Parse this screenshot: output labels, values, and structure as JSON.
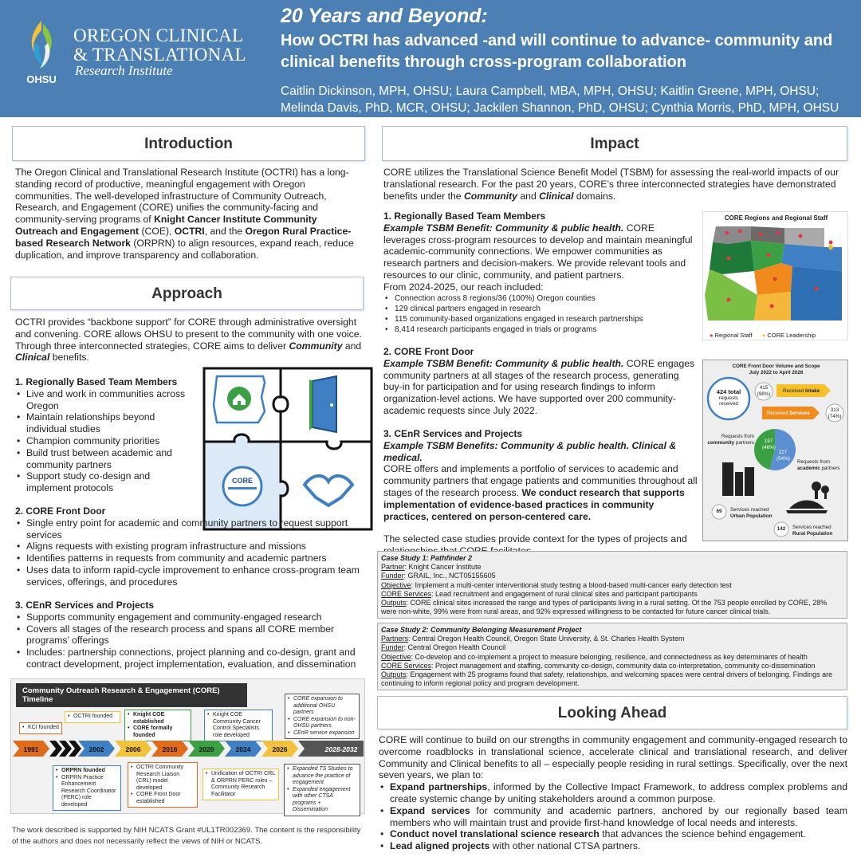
{
  "header": {
    "org_line1": "OREGON CLINICAL",
    "org_line2": "& TRANSLATIONAL",
    "org_line3": "Research Institute",
    "logo_text": "OHSU",
    "title_main": "20 Years and Beyond:",
    "title_sub": "How OCTRI has advanced -and will continue to advance- community and clinical benefits through cross-program collaboration",
    "authors": "Caitlin Dickinson, MPH, OHSU; Laura Campbell, MBA, MPH, OHSU; Kaitlin Greene, MPH, OHSU; Melinda Davis, PhD, MCR, OHSU; Jackilen Shannon, PhD, OHSU; Cynthia Morris, PhD, MPH, OHSU",
    "colors": {
      "header_bg": "#4c80b4",
      "accent_orange": "#f08a1c",
      "accent_green": "#3aa043",
      "accent_blue": "#3f7fc4"
    }
  },
  "introduction": {
    "heading": "Introduction",
    "p_start": "The Oregon Clinical and Translational Research Institute (OCTRI) has a long-standing record of productive, meaningful engagement with Oregon communities. The well-developed infrastructure of Community Outreach, Research, and Engagement (CORE) unifies the community-facing and community-serving programs of ",
    "b1": "Knight Cancer Institute Community Outreach and Engagement",
    "t1": " (COE), ",
    "b2": "OCTRI",
    "t2": ", and the ",
    "b3": "Oregon Rural Practice-based Research Network",
    "t3": " (ORPRN) to align resources, expand reach, reduce duplication, and improve transparency and collaboration."
  },
  "approach": {
    "heading": "Approach",
    "p_start": "OCTRI provides “backbone support” for CORE through administrative oversight and convening. CORE allows OHSU to present to the community with one voice. Through three interconnected strategies, CORE aims to deliver ",
    "b1": "Community",
    "t1": " and ",
    "b2": "Clinical",
    "t2": " benefits.",
    "s1_title": "1. Regionally Based Team Members",
    "s1_items": [
      "Live and work in communities across Oregon",
      "Maintain relationships beyond individual studies",
      "Champion community priorities",
      "Build trust between academic and community partners",
      "Support study co-design and implement protocols"
    ],
    "s2_title": "2. CORE Front Door",
    "s2_items": [
      "Single entry point for academic and community partners to request support services",
      "Aligns requests with existing program infrastructure and missions",
      "Identifies patterns in requests from community and academic partners",
      "Uses data to inform rapid-cycle improvement to enhance cross-program team services, offerings, and procedures"
    ],
    "s3_title": "3. CEnR Services and Projects",
    "s3_items": [
      "Supports community engagement and community-engaged research",
      "Covers all stages of the research process and spans all CORE member programs’ offerings",
      "Includes: partnership connections, project planning and co-design, grant and contract development, project implementation, evaluation, and dissemination"
    ],
    "puzzle_badge": "CORE"
  },
  "timeline": {
    "title": "Community Outreach Research & Engagement (CORE) Timeline",
    "years": [
      "1991",
      "2002",
      "2006",
      "2016",
      "2020",
      "2024",
      "2026",
      "2028-2032"
    ],
    "top_boxes": {
      "kci": "KCI founded",
      "octri": "OCTRI founded",
      "knight_a": "Knight COE established",
      "knight_b": "CORE formally founded",
      "ccs": "Knight COE Community Cancer Control Specialists role developed",
      "future_a": "CORE expansion to additional OHSU partners",
      "future_b": "CORE expansion to non-OHSU partners",
      "future_c": "CEnR service expansion"
    },
    "bottom_boxes": {
      "orprn_a": "ORPRN founded",
      "orprn_b": "ORPRN Practice Enhancement Research Coordinator (PERC) role developed",
      "crl_a": "OCTRI Community Research Liaison (CRL) model developed",
      "crl_b": "CORE Front Door established",
      "unif": "Unification of OCTRI CRL & ORPRN PERC roles – Community Research Facilitator",
      "exp_a": "Expanded TS Studies to advance the practice of engagement",
      "exp_b": "Expanded engagement with other CTSA programs + Dissemination"
    }
  },
  "footnote": "The work described is supported by NIH NCATS Grant #UL1TR002369. The content is the responsibility of the authors and does not necessarily reflect the views of NIH or NCATS.",
  "impact": {
    "heading": "Impact",
    "p_start": "CORE utilizes the Translational Science Benefit Model (TSBM) for assessing the real-world impacts of our translational research. For the past 20 years, CORE’s three interconnected strategies have demonstrated benefits under the ",
    "b1": "Community",
    "t1": " and ",
    "b2": "Clinical",
    "t2": " domains.",
    "s1_title": "1. Regionally Based Team Members",
    "s1_example": "Example TSBM Benefit: Community & public health.",
    "s1_text": " CORE leverages cross-program resources to develop and maintain meaningful academic-community connections. We empower communities as research partners and decision-makers. We provide relevant tools and resources to our clinic, community, and patient partners.",
    "s1_reach": "From 2024-2025, our reach included:",
    "s1_items": [
      "Connection across 8 regions/36 (100%) Oregon counties",
      "129 clinical partners engaged in research",
      "115 community-based organizations engaged in research partnerships",
      "8,414 research participants engaged in trials or programs"
    ],
    "s2_title": "2. CORE Front Door",
    "s2_example": "Example TSBM Benefit: Community & public health.",
    "s2_text": " CORE engages community partners at all stages of the research process, generating buy-in for participation and for using research findings to inform organization-level actions. We have supported over 200 community-academic requests since July 2022.",
    "s3_title": "3. CEnR Services and Projects",
    "s3_example": "Example TSBM Benefits: Community & public health. Clinical & medical.",
    "s3_text_a": "CORE offers and implements a portfolio of services to academic and community partners that engage patients and communities throughout all stages of the research process. ",
    "s3_text_b": "We conduct research that supports implementation of evidence-based practices in community practices, centered on person-centered care.",
    "closing": "The selected case studies provide context for the types of projects and relationships that CORE facilitates."
  },
  "map": {
    "title": "CORE Regions and Regional Staff",
    "legend_staff": "Regional Staff",
    "legend_leadership": "CORE Leadership"
  },
  "front_door": {
    "title_a": "CORE Front Door Volume and Scope",
    "title_b": "July 2022 to April 2026",
    "total_num": "424 total",
    "total_lbl_a": "requests",
    "total_lbl_b": "received",
    "intake_num": "415",
    "intake_pct": "(98%)",
    "intake_lbl_a": "Received ",
    "intake_lbl_b": "Intake",
    "services_lbl_a": "Received ",
    "services_lbl_b": "Services",
    "services_num": "313",
    "services_pct": "(74%)",
    "comm_lbl_a": "Requests from",
    "comm_lbl_b": "community",
    "comm_lbl_c": " partners",
    "acad_lbl_a": "Requests from",
    "acad_lbl_b": "academic",
    "acad_lbl_c": " partners",
    "pie_comm": "197",
    "pie_comm_pct": "(46%)",
    "pie_acad": "227",
    "pie_acad_pct": "(54%)",
    "pie_fraction_comm": 0.46,
    "urban_num": "69",
    "urban_lbl_a": "Services reached",
    "urban_lbl_b": "Urban Population",
    "rural_num": "142",
    "rural_lbl_a": "Services reached",
    "rural_lbl_b": "Rural Population"
  },
  "case1": {
    "title": "Case Study 1: Pathfinder 2",
    "partner_lbl": "Partner",
    "partner": ": Knight Cancer Institute",
    "funder_lbl": "Funder",
    "funder": ": GRAIL, Inc., NCT05155605",
    "objective_lbl": "Objective",
    "objective": ": Implement a multi-center interventional study testing a blood-based multi-cancer early detection test",
    "services_lbl": "CORE Services",
    "services": ": Lead recruitment and engagement of rural clinical sites and participant participants",
    "outputs_lbl": "Outputs",
    "outputs": ": CORE clinical sites increased the range and types of participants living in a rural setting. Of the 753 people enrolled by CORE, 28% were non-white, 99% were from rural areas, and 92% expressed willingness to be contacted for future cancer clinical trials."
  },
  "case2": {
    "title": "Case Study 2: Community Belonging Measurement Project",
    "partner_lbl": "Partners",
    "partner": ": Central Oregon Health Council, Oregon State University, & St. Charles Health System",
    "funder_lbl": "Funder",
    "funder": ": Central Oregon Health Council",
    "objective_lbl": "Objective",
    "objective": ": Co-develop and co-implement a project to measure belonging, resilience, and connectedness as key determinants of health",
    "services_lbl": "CORE Services",
    "services": ": Project management and staffing, community co-design, community data co-interpretation, community co-dissemination",
    "outputs_lbl": "Outputs",
    "outputs": ": Engagement with 25 programs found that safety, relationships, and welcoming spaces were central drivers of belonging. Findings are continuing to inform regional policy and program development."
  },
  "looking_ahead": {
    "heading": "Looking Ahead",
    "intro": "CORE will continue to build on our strengths in community engagement and community-engaged research to overcome roadblocks in translational science, accelerate clinical and translational research, and deliver Community and Clinical benefits to all – especially people residing in rural settings. Specifically, over the next seven years, we plan to:",
    "items": [
      {
        "b": "Expand partnerships",
        "t": ", informed by the Collective Impact Framework, to address complex problems and create systemic change by uniting stakeholders around a common purpose."
      },
      {
        "b": "Expand services",
        "t": " for community and academic partners, anchored by our regionally based team members who will maintain trust and provide first-hand knowledge of local needs and interests."
      },
      {
        "b": "Conduct novel translational science research",
        "t": " that advances the science behind engagement."
      },
      {
        "b": "Lead aligned projects",
        "t": " with other national CTSA partners."
      }
    ]
  }
}
